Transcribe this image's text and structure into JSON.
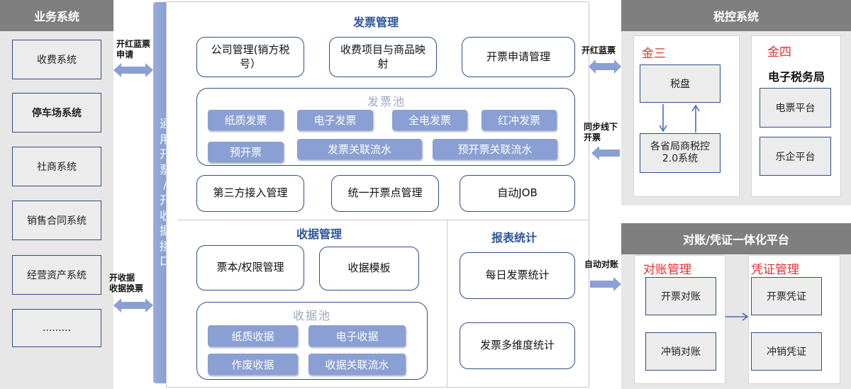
{
  "business": {
    "header": "业务系统",
    "items": [
      "收费系统",
      "停车场系统",
      "社商系统",
      "销售合同系统",
      "经营资产系统",
      "........."
    ]
  },
  "interface_bar": {
    "chars": [
      "通",
      "用",
      "开",
      "票",
      "/",
      "开",
      "收",
      "据",
      "接",
      "口"
    ]
  },
  "arrows": {
    "left_top": [
      "开红蓝票",
      "申请"
    ],
    "left_bottom": [
      "开收据",
      "收据换票"
    ],
    "right_top": "开红蓝票",
    "right_mid": [
      "同步线下",
      "开票"
    ],
    "right_bottom": "自动对账"
  },
  "invoice_mgmt": {
    "title": "发票管理",
    "modules": [
      "公司管理(销方税号）",
      "收费项目与商品映射",
      "开票申请管理"
    ],
    "pool_title": "发票池",
    "pool_items": [
      "纸质发票",
      "电子发票",
      "全电发票",
      "红冲发票",
      "预开票",
      "发票关联流水",
      "预开票关联流水"
    ],
    "bottom_modules": [
      "第三方接入管理",
      "统一开票点管理",
      "自动JOB"
    ]
  },
  "receipt_mgmt": {
    "title": "收据管理",
    "modules": [
      "票本/权限管理",
      "收据模板"
    ],
    "pool_title": "收据池",
    "pool_items": [
      "纸质收据",
      "电子收据",
      "作废收据",
      "收据关联流水"
    ]
  },
  "report": {
    "title": "报表统计",
    "items": [
      "每日发票统计",
      "发票多维度统计"
    ]
  },
  "tax_control": {
    "header": "税控系统",
    "jinsan": {
      "title": "金三",
      "tax_disk": "税盘",
      "provincial": [
        "各省局商税控",
        "2.0系统"
      ]
    },
    "jinsi": {
      "title": "金四",
      "subtitle": "电子税务局",
      "items": [
        "电票平台",
        "乐企平台"
      ]
    }
  },
  "recon": {
    "header": "对账/凭证一体化平台",
    "recon_title": "对账管理",
    "recon_items": [
      "开票对账",
      "冲销对账"
    ],
    "voucher_title": "凭证管理",
    "voucher_items": [
      "开票凭证",
      "冲销凭证"
    ]
  }
}
